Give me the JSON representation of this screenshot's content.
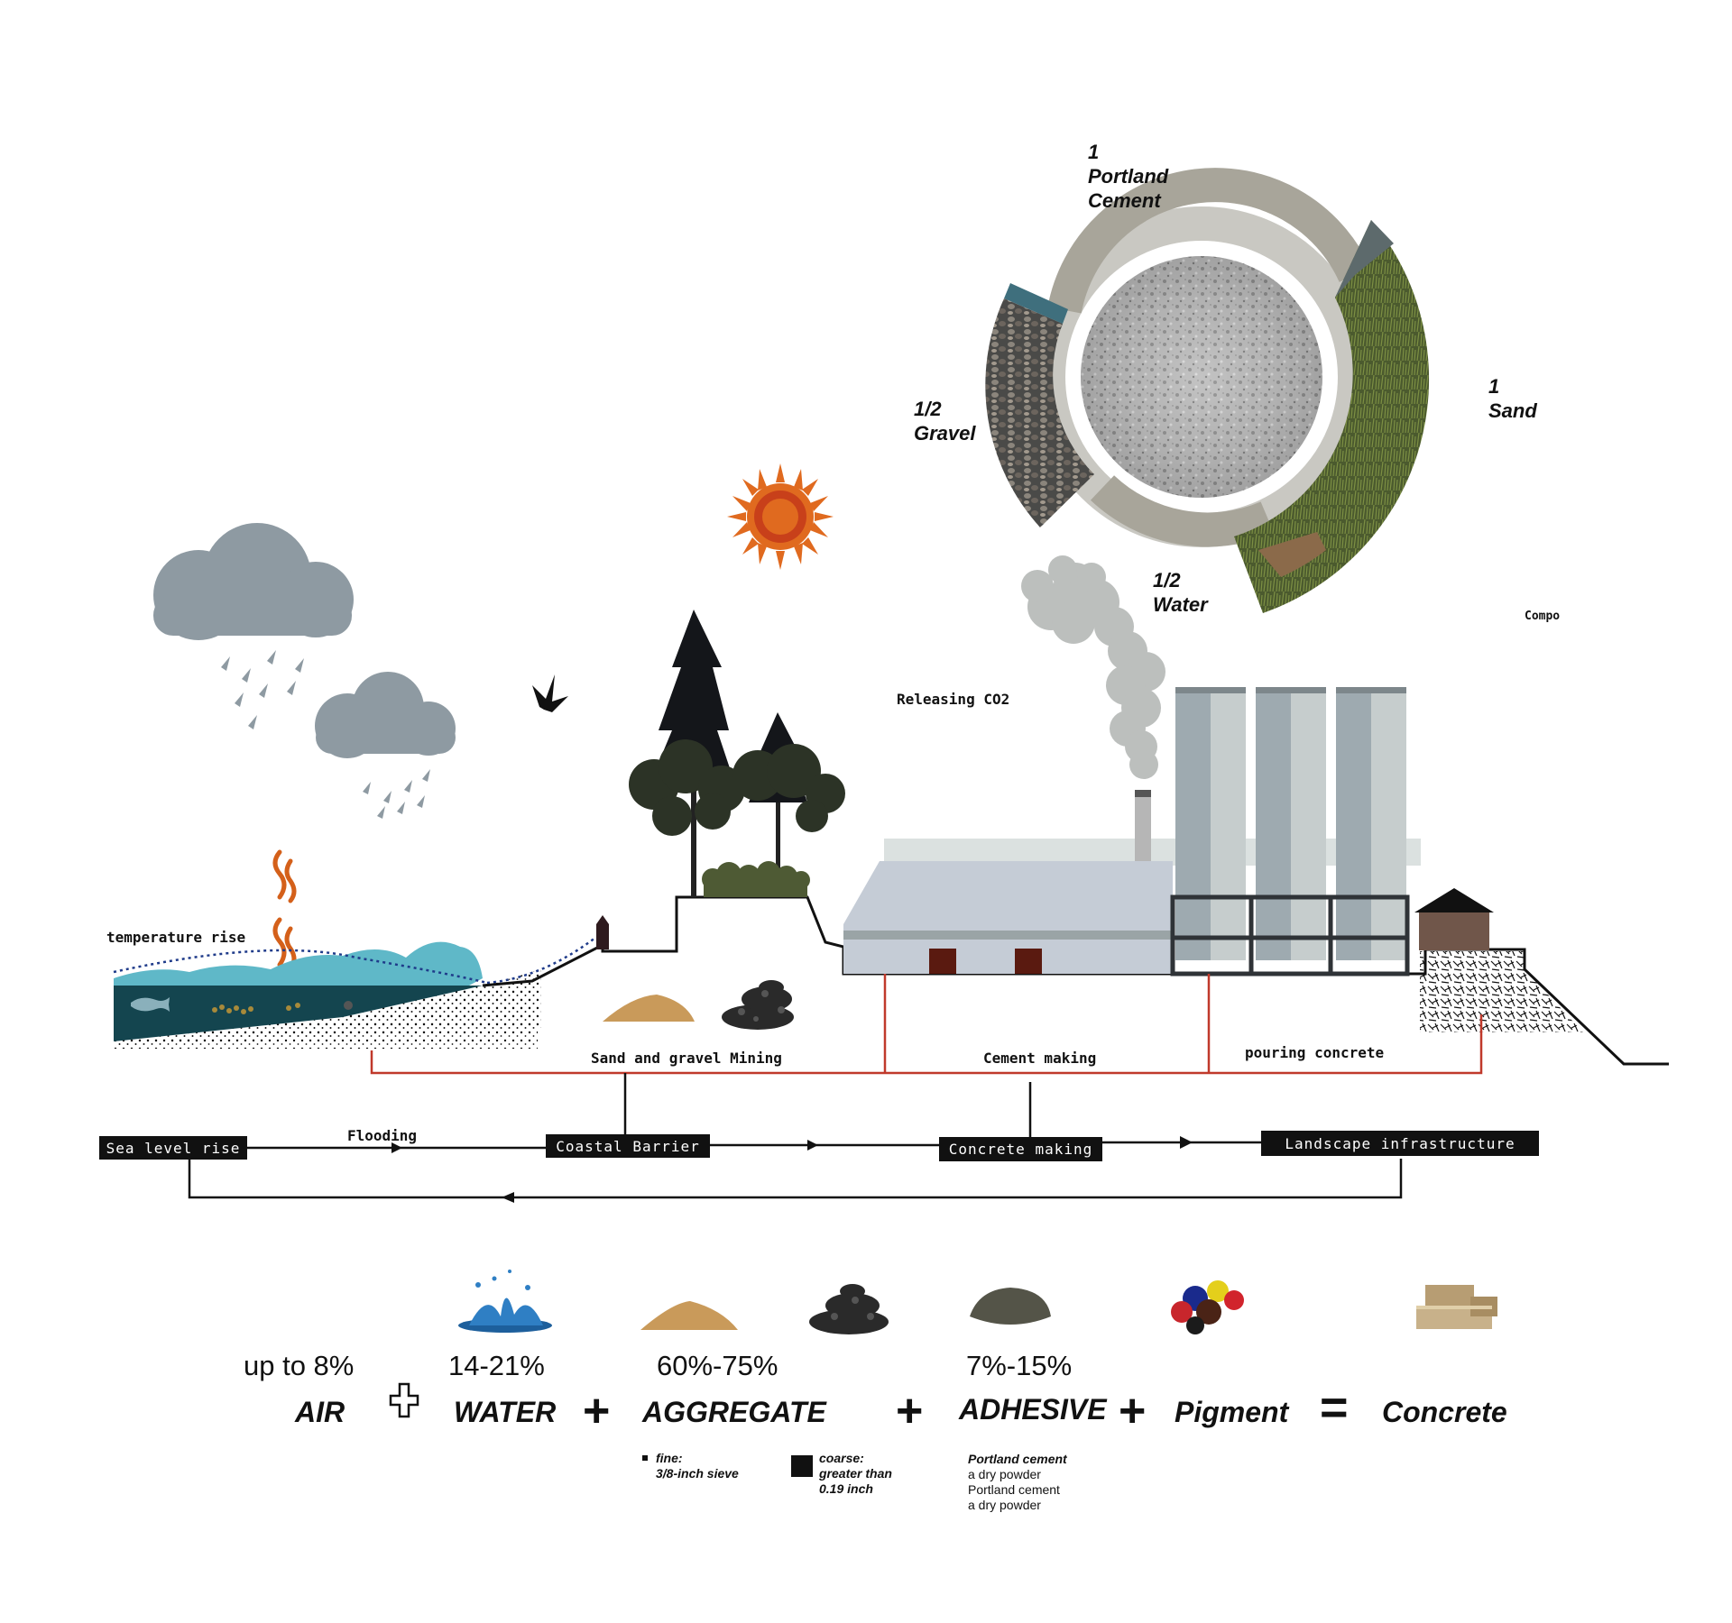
{
  "ring": {
    "portland_cement": [
      "1",
      "Portland",
      "Cement"
    ],
    "sand": [
      "1",
      "Sand"
    ],
    "gravel": [
      "1/2",
      "Gravel"
    ],
    "water": [
      "1/2",
      "Water"
    ],
    "compo": "Compo"
  },
  "scene": {
    "temperature_rise": "temperature rise",
    "releasing_co2": "Releasing CO2",
    "sand_gravel_mining": "Sand and gravel Mining",
    "cement_making": "Cement making",
    "pouring_concrete": "pouring concrete"
  },
  "flow": {
    "sea_level_rise": "Sea level rise",
    "flooding": "Flooding",
    "coastal_barrier": "Coastal Barrier",
    "concrete_making": "Concrete making",
    "landscape_infrastructure": "Landscape infrastructure"
  },
  "equation": {
    "air_pct": "up to 8%",
    "water_pct": "14-21%",
    "aggregate_pct": "60%-75%",
    "adhesive_pct": "7%-15%",
    "air": "AIR",
    "water": "WATER",
    "aggregate": "AGGREGATE",
    "adhesive": "ADHESIVE",
    "pigment": "Pigment",
    "concrete": "Concrete",
    "plus": "+",
    "equals": "=",
    "fine_title": "fine:",
    "fine_detail": "3/8-inch sieve",
    "coarse_title": "coarse:",
    "coarse_detail_1": "greater than",
    "coarse_detail_2": "0.19 inch",
    "adhesive_title": "Portland cement",
    "adhesive_line_1": "a dry powder",
    "adhesive_line_2": "Portland cement",
    "adhesive_line_3": "a dry powder"
  },
  "colors": {
    "ring_dark": "#a8a59a",
    "ring_light": "#c9c8c2",
    "cloud": "#8e9aa2",
    "sun_orange": "#e06a1f",
    "sun_core": "#c8401a",
    "sea": "#5fb8c8",
    "sea_deep": "#14454f",
    "factory": "#c5ccd6",
    "silo": "#9eaab0",
    "red_line": "#c0392b",
    "sand": "#c99a5a"
  }
}
